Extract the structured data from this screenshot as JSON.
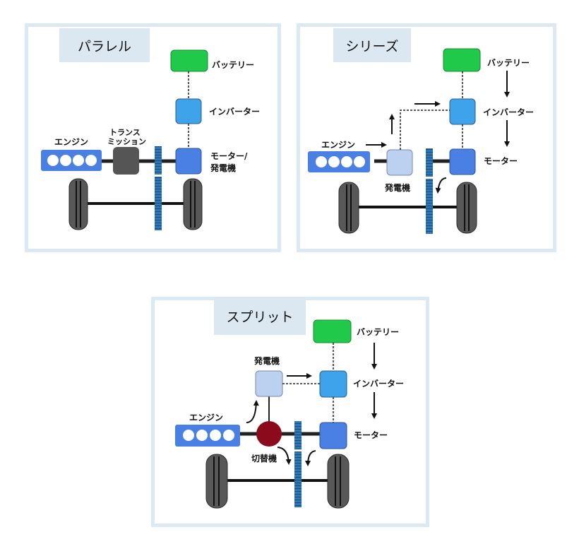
{
  "colors": {
    "frame": "#dbeaf2",
    "title_bg": "#dbe8f1",
    "battery": "#21c94a",
    "inverter": "#3fa3ec",
    "motor": "#4a7fe3",
    "engine": "#4a7fe3",
    "generator": "#bcd0ef",
    "transmission": "#555555",
    "splitter": "#8b0a1c",
    "gear": "#2f78b8",
    "tire": "#585858"
  },
  "panels": [
    {
      "id": "parallel",
      "title": "パラレル",
      "labels": {
        "battery": "バッテリー",
        "inverter": "インバーター",
        "motor_line1": "モーター/",
        "motor_line2": "発電機",
        "engine": "エンジン",
        "transmission_line1": "トランス",
        "transmission_line2": "ミッション"
      }
    },
    {
      "id": "series",
      "title": "シリーズ",
      "labels": {
        "battery": "バッテリー",
        "inverter": "インバーター",
        "motor": "モーター",
        "engine": "エンジン",
        "generator": "発電機"
      }
    },
    {
      "id": "split",
      "title": "スプリット",
      "labels": {
        "battery": "バッテリー",
        "inverter": "インバーター",
        "motor": "モーター",
        "engine": "エンジン",
        "generator": "発電機",
        "splitter": "切替機"
      }
    }
  ]
}
